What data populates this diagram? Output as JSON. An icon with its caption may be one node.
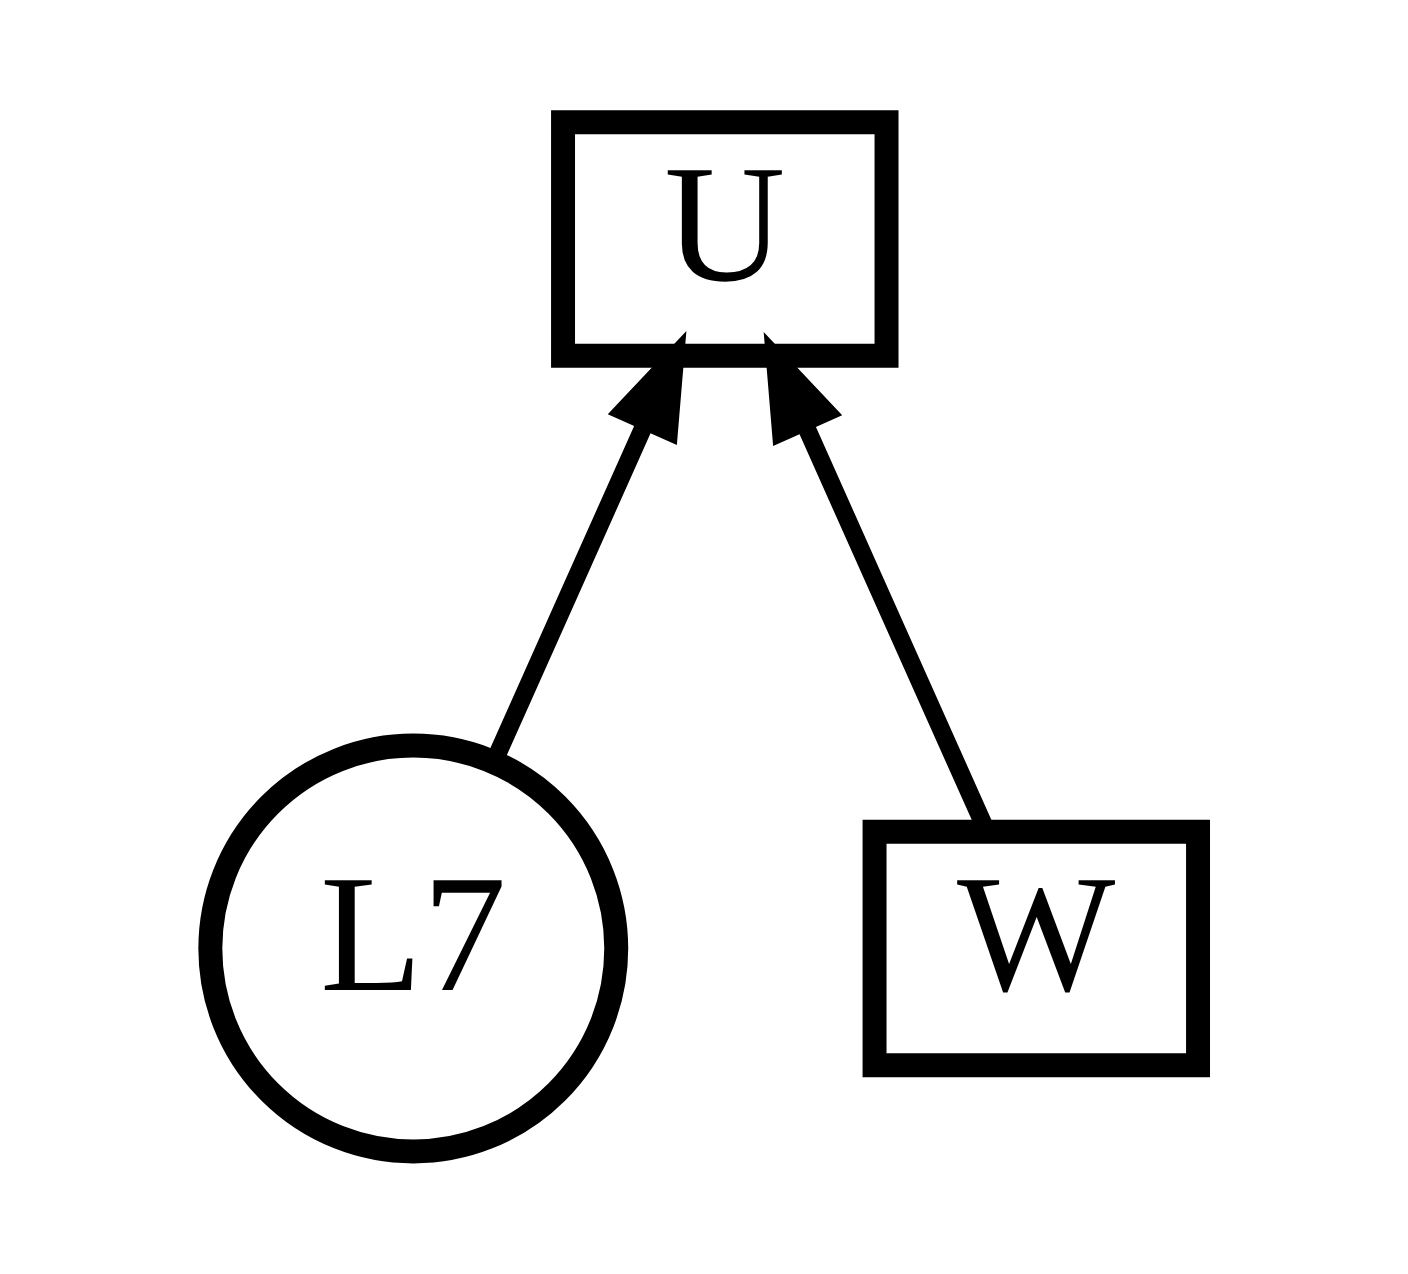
{
  "diagram": {
    "nodes": [
      {
        "text": [
          "U"
        ]
      },
      {
        "text": [
          "L7"
        ]
      },
      {
        "text": [
          "W"
        ]
      }
    ],
    "edges": [
      {
        "from": 1,
        "to": 0,
        "arrow": "to"
      },
      {
        "from": 2,
        "to": 0,
        "arrow": "to"
      }
    ]
  }
}
